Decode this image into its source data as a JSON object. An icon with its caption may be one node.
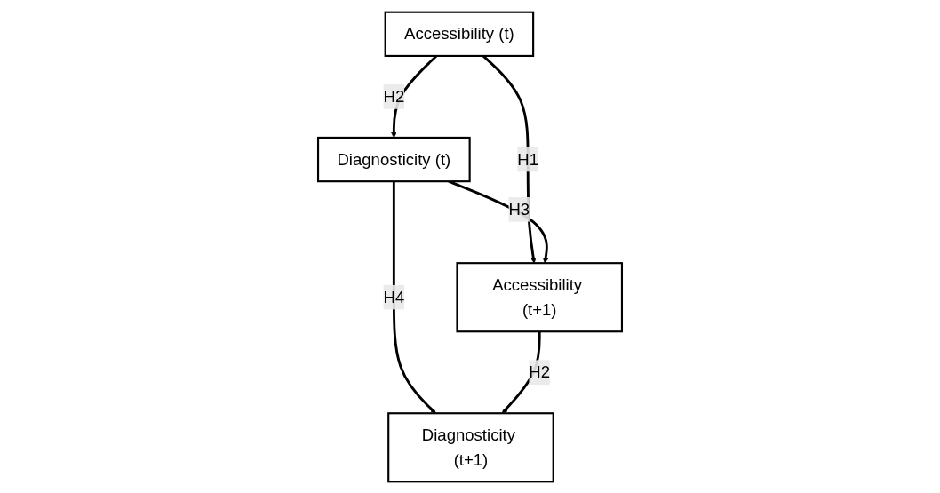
{
  "diagram": {
    "nodes": [
      {
        "text": [
          "Accessibility (t)"
        ]
      },
      {
        "text": [
          "Diagnosticity (t)"
        ]
      },
      {
        "text": [
          "Accessibility (t+1)"
        ]
      },
      {
        "text": [
          "Diagnosticity (t+1)"
        ]
      }
    ],
    "edges": [
      {
        "from": 0,
        "to": 1,
        "arrow": "to",
        "label": "H2"
      },
      {
        "from": 0,
        "to": 2,
        "arrow": "to",
        "label": "H1"
      },
      {
        "from": 1,
        "to": 2,
        "arrow": "to",
        "label": "H3"
      },
      {
        "from": 1,
        "to": 3,
        "arrow": "to",
        "label": "H4"
      },
      {
        "from": 2,
        "to": 3,
        "arrow": "to",
        "label": "H2"
      }
    ]
  }
}
